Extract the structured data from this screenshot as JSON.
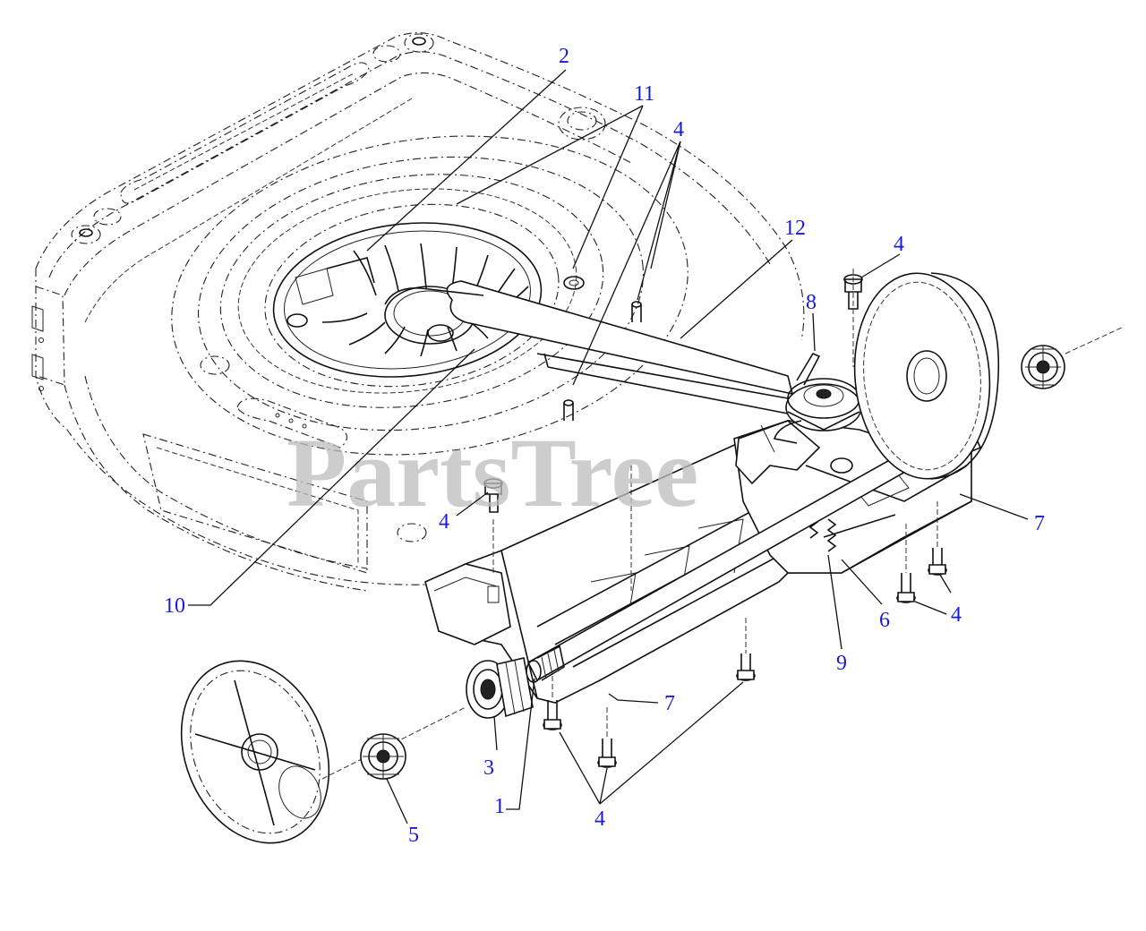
{
  "watermark": "PartsTree",
  "callouts": [
    {
      "id": "c-2",
      "label": "2"
    },
    {
      "id": "c-11",
      "label": "11"
    },
    {
      "id": "c-4a",
      "label": "4"
    },
    {
      "id": "c-12",
      "label": "12"
    },
    {
      "id": "c-4b",
      "label": "4"
    },
    {
      "id": "c-8",
      "label": "8"
    },
    {
      "id": "c-7a",
      "label": "7"
    },
    {
      "id": "c-4c",
      "label": "4"
    },
    {
      "id": "c-10",
      "label": "10"
    },
    {
      "id": "c-4d",
      "label": "4"
    },
    {
      "id": "c-6",
      "label": "6"
    },
    {
      "id": "c-9",
      "label": "9"
    },
    {
      "id": "c-7b",
      "label": "7"
    },
    {
      "id": "c-3",
      "label": "3"
    },
    {
      "id": "c-1",
      "label": "1"
    },
    {
      "id": "c-4e",
      "label": "4"
    },
    {
      "id": "c-5",
      "label": "5"
    }
  ]
}
